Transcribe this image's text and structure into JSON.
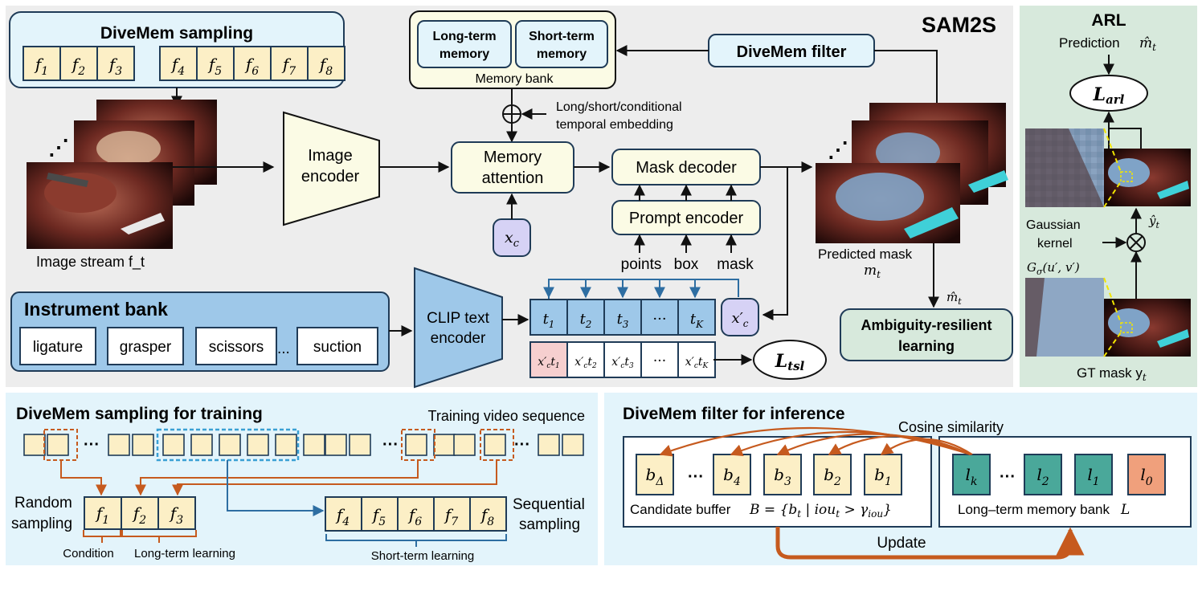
{
  "sam2s": {
    "title": "SAM2S",
    "divemem_sampling": {
      "title": "DiveMem sampling",
      "frames_a": [
        "f1",
        "f2",
        "f3"
      ],
      "frames_b": [
        "f4",
        "f5",
        "f6",
        "f7",
        "f8"
      ]
    },
    "memory_bank": {
      "long_term": "Long-term memory",
      "short_term": "Short-term memory",
      "caption": "Memory bank"
    },
    "divemem_filter": "DiveMem filter",
    "temporal_embedding": "Long/short/conditional temporal embedding",
    "image_stream": "Image stream f_t",
    "image_encoder": "Image encoder",
    "memory_attention": "Memory attention",
    "x_c": "x_c",
    "mask_decoder": "Mask decoder",
    "prompt_encoder": "Prompt encoder",
    "prompts": [
      "points",
      "box",
      "mask"
    ],
    "predicted_mask": "Predicted mask",
    "m_t": "m_t",
    "m_hat_t": "m̂_t",
    "arl_box": "Ambiguity-resilient learning",
    "instrument_bank": {
      "title": "Instrument bank",
      "items": [
        "ligature",
        "grasper",
        "scissors",
        "suction"
      ],
      "ellipsis": "..."
    },
    "clip_text_encoder": "CLIP text encoder",
    "text_tokens": [
      "t1",
      "t2",
      "t3",
      "···",
      "tK"
    ],
    "x_c_prime": "x'_c",
    "product_tokens": [
      "x'_c t1",
      "x'_c t2",
      "x'_c t3",
      "···",
      "x'_c tK"
    ],
    "l_tsl": "L_tsl"
  },
  "arl": {
    "title": "ARL",
    "prediction": "Prediction m̂_t",
    "l_arl": "L_arl",
    "gaussian_kernel": "Gaussian kernel",
    "g_sigma": "G_σ(u′, v′)",
    "y_hat_t": "ŷ_t",
    "gt_mask": "GT mask y_t"
  },
  "training": {
    "title": "DiveMem sampling for training",
    "sequence_label": "Training video sequence",
    "random_sampling": "Random sampling",
    "sequential_sampling": "Sequential sampling",
    "frames_a": [
      "f1",
      "f2",
      "f3"
    ],
    "frames_b": [
      "f4",
      "f5",
      "f6",
      "f7",
      "f8"
    ],
    "condition": "Condition",
    "long_term_learning": "Long-term learning",
    "short_term_learning": "Short-term learning"
  },
  "inference": {
    "title": "DiveMem filter for inference",
    "cosine_similarity": "Cosine similarity",
    "candidates": [
      "bΔ",
      "···",
      "b4",
      "b3",
      "b2",
      "b1"
    ],
    "candidate_caption": "Candidate buffer B = {b_t | iou_t > γ_iou}",
    "memory": [
      "lk",
      "···",
      "l2",
      "l1",
      "l0"
    ],
    "memory_caption": "Long–term memory bank L",
    "update": "Update"
  },
  "colors": {
    "frame_fill": "#fcefc6",
    "light_blue": "#e3f4fb",
    "mid_blue": "#9ec8e9",
    "dark_blue": "#2e6ea2",
    "teal": "#4aa89a",
    "salmon": "#f0a07c",
    "orange": "#c65a1e",
    "arl_bg": "#d7e9dc",
    "main_bg": "#ededed"
  }
}
